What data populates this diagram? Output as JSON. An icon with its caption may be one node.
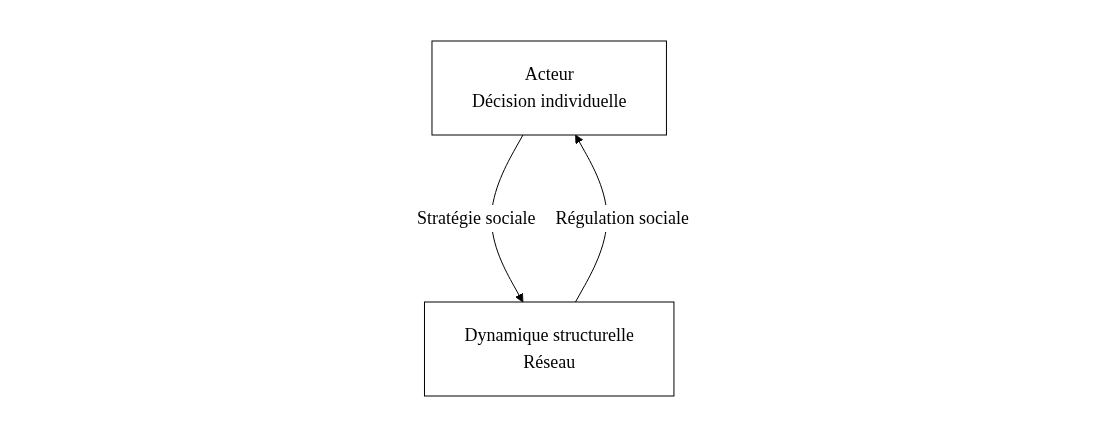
{
  "diagram": {
    "nodes": [
      {
        "text": [
          "Acteur",
          "Décision individuelle"
        ]
      },
      {
        "text": [
          "Dynamique structurelle",
          "Réseau"
        ]
      }
    ],
    "edges": [
      {
        "from": 0,
        "to": 1,
        "arrow": "to",
        "label": "Stratégie sociale"
      },
      {
        "from": 1,
        "to": 0,
        "arrow": "to",
        "label": "Régulation sociale"
      }
    ]
  }
}
